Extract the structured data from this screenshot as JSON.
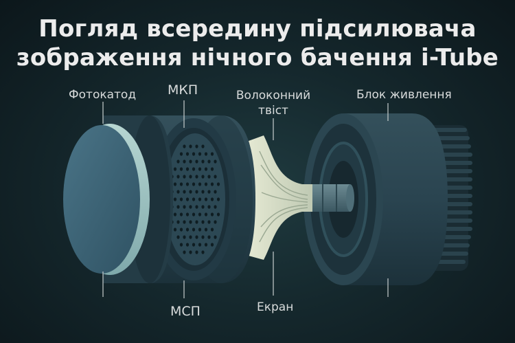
{
  "title": {
    "line1": "Погляд всередину підсилювача",
    "line2": "зображення нічного бачення i-Tube"
  },
  "labels": {
    "photocathode": "Фотокатод",
    "mcp": "МКП",
    "fiber_twist_line1": "Волоконний",
    "fiber_twist_line2": "твіст",
    "power_unit": "Блок живлення",
    "msp": "МСП",
    "screen": "Екран"
  },
  "colors": {
    "background": "#15282d",
    "body_dark": "#26404b",
    "photocathode_face": "#3c6577",
    "photocathode_ring": "#9fc5c4",
    "fiber_twist": "#d6dcc4",
    "text": "#ececec"
  }
}
